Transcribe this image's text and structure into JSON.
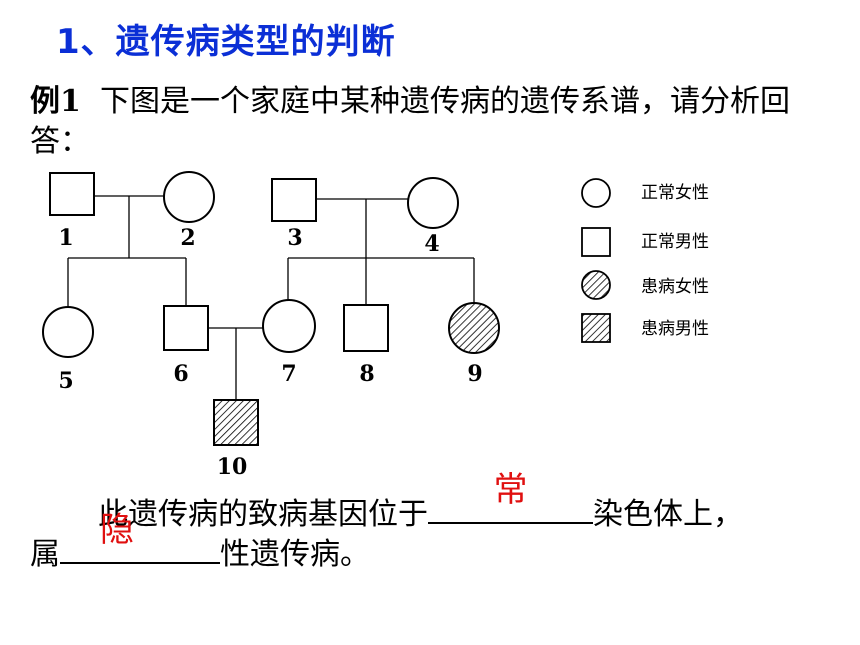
{
  "title": "1、遗传病类型的判断",
  "prompt": {
    "example_label": "例1",
    "text": "下图是一个家庭中某种遗传病的遗传系谱，请分析回答："
  },
  "pedigree": {
    "individuals": [
      {
        "id": "1",
        "sex": "male",
        "affected": false,
        "generation": 1
      },
      {
        "id": "2",
        "sex": "female",
        "affected": false,
        "generation": 1
      },
      {
        "id": "3",
        "sex": "male",
        "affected": false,
        "generation": 1
      },
      {
        "id": "4",
        "sex": "female",
        "affected": false,
        "generation": 1
      },
      {
        "id": "5",
        "sex": "female",
        "affected": false,
        "generation": 2
      },
      {
        "id": "6",
        "sex": "male",
        "affected": false,
        "generation": 2
      },
      {
        "id": "7",
        "sex": "female",
        "affected": false,
        "generation": 2
      },
      {
        "id": "8",
        "sex": "male",
        "affected": false,
        "generation": 2
      },
      {
        "id": "9",
        "sex": "female",
        "affected": true,
        "generation": 2
      },
      {
        "id": "10",
        "sex": "male",
        "affected": true,
        "generation": 3
      }
    ],
    "matings": [
      [
        "1",
        "2"
      ],
      [
        "3",
        "4"
      ],
      [
        "6",
        "7"
      ]
    ],
    "children": {
      "1-2": [
        "5",
        "6"
      ],
      "3-4": [
        "7",
        "8",
        "9"
      ],
      "6-7": [
        "10"
      ]
    }
  },
  "legend": [
    {
      "symbol": "circle",
      "affected": false,
      "label": "正常女性"
    },
    {
      "symbol": "square",
      "affected": false,
      "label": "正常男性"
    },
    {
      "symbol": "circle",
      "affected": true,
      "label": "患病女性"
    },
    {
      "symbol": "square",
      "affected": true,
      "label": "患病男性"
    }
  ],
  "question": {
    "part1": "此遗传病的致病基因位于",
    "answer1": "常",
    "part2": "染色体上，",
    "part3": "属",
    "answer2": "隐",
    "part4": "性遗传病。"
  },
  "colors": {
    "title": "#0b2fd6",
    "answer": "#e01010"
  }
}
